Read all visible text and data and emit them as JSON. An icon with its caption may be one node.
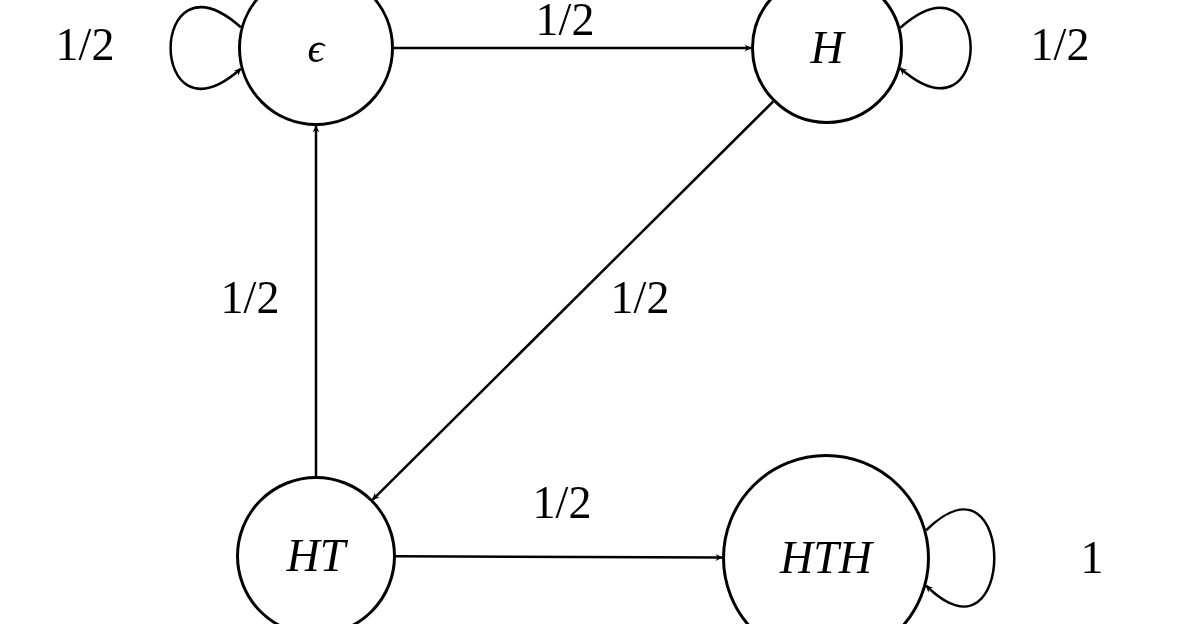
{
  "diagram": {
    "nodes": [
      {
        "text": [
          "ϵ"
        ]
      },
      {
        "text": [
          "H"
        ]
      },
      {
        "text": [
          "HT"
        ]
      },
      {
        "text": [
          "HTH"
        ]
      }
    ],
    "edges": [
      {
        "from": 0,
        "to": 0,
        "arrow": "to",
        "label": "1/2"
      },
      {
        "from": 0,
        "to": 1,
        "arrow": "to",
        "label": "1/2"
      },
      {
        "from": 1,
        "to": 1,
        "arrow": "to",
        "label": "1/2"
      },
      {
        "from": 1,
        "to": 2,
        "arrow": "to",
        "label": "1/2"
      },
      {
        "from": 2,
        "to": 0,
        "arrow": "to",
        "label": "1/2"
      },
      {
        "from": 2,
        "to": 3,
        "arrow": "to",
        "label": "1/2"
      },
      {
        "from": 3,
        "to": 3,
        "arrow": "to",
        "label": "1"
      }
    ]
  }
}
